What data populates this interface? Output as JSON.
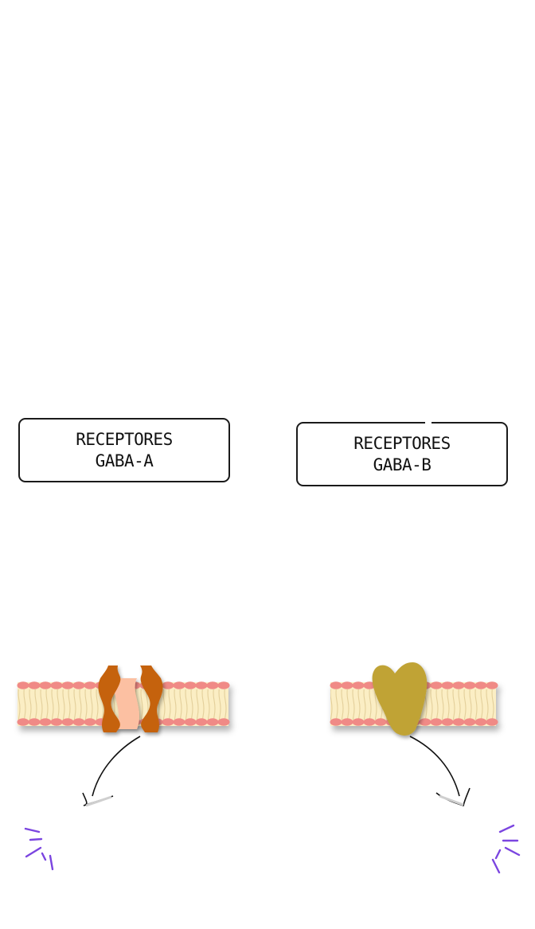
{
  "receptor_a": {
    "line1": "RECEPTORES",
    "line2": "GABA-A"
  },
  "receptor_b": {
    "line1": "RECEPTORES",
    "line2": "GABA-B"
  },
  "icons": [
    "membrane-a-icon",
    "gaba-a-channel-icon",
    "membrane-b-icon",
    "gaba-b-receptor-icon",
    "arrow-icon",
    "burst-icon"
  ],
  "colors": {
    "lipid_head": "#f08a86",
    "lipid_core": "#fbeec4",
    "lipid_tail": "#e3cf9a",
    "channel_outer": "#c5620c",
    "channel_inner": "#fcc0a2",
    "gaba_b": "#c0a336",
    "burst": "#7b45e0",
    "border": "#1a1a1a"
  }
}
